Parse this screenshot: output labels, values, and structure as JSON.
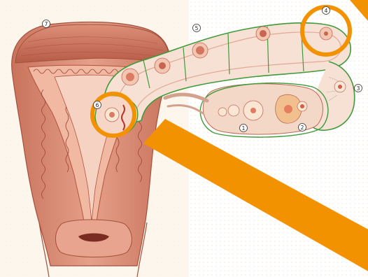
{
  "figure": {
    "markers": [
      "1",
      "2",
      "3",
      "4",
      "5",
      "6",
      "7"
    ]
  },
  "colors": {
    "muscle": "#d98b74",
    "muscle_dark": "#b95f4a",
    "lining": "#f1b8a2",
    "tube_fill": "#f7e1d4",
    "outline_green": "#3f9a3a",
    "highlight_orange": "#f39200",
    "background_cream": "#fbf3e6"
  }
}
